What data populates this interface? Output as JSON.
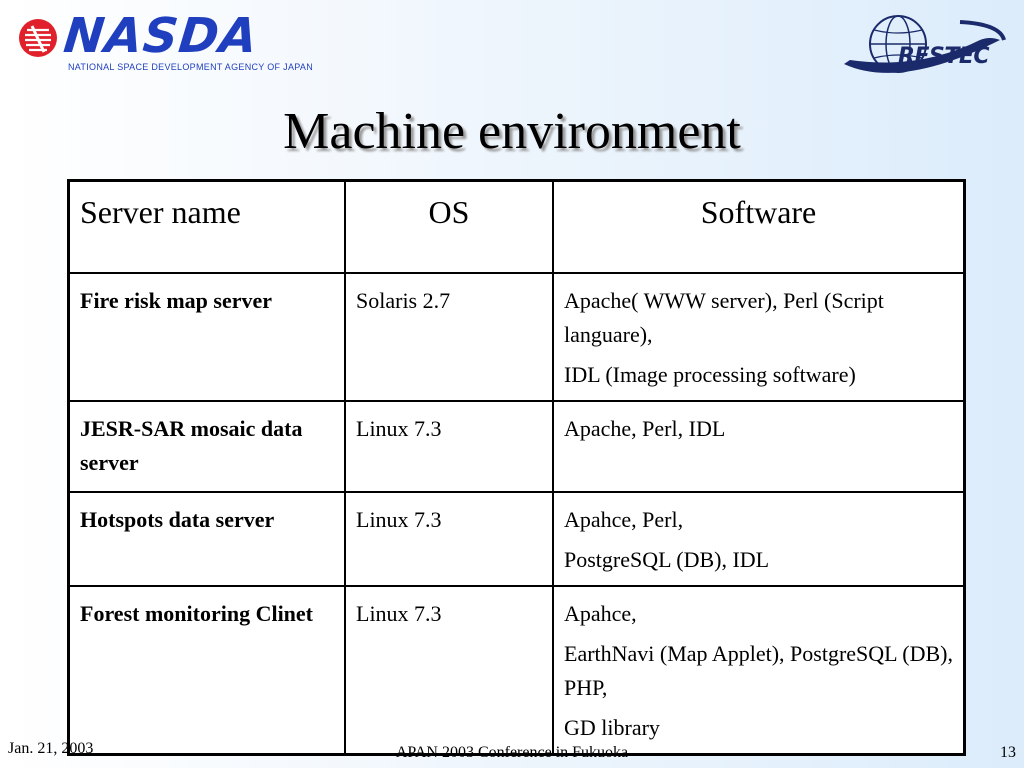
{
  "logos": {
    "nasda": {
      "word": "NASDA",
      "subtitle": "NATIONAL SPACE DEVELOPMENT AGENCY OF JAPAN"
    },
    "restec": {
      "word": "RESTEC"
    }
  },
  "title": "Machine environment",
  "table": {
    "headers": [
      "Server name",
      "OS",
      "Software"
    ],
    "rows": [
      {
        "name": "Fire risk map server",
        "os": "Solaris 2.7",
        "software": [
          "Apache( WWW server),  Perl (Script languare),",
          "IDL (Image processing software)"
        ]
      },
      {
        "name": "JESR-SAR mosaic data server",
        "os": "Linux 7.3",
        "software": [
          "Apache, Perl, IDL"
        ]
      },
      {
        "name": "Hotspots data server",
        "os": "Linux 7.3",
        "software": [
          "Apahce, Perl,",
          "PostgreSQL (DB),  IDL"
        ]
      },
      {
        "name": "Forest monitoring Clinet",
        "os": "Linux 7.3",
        "software": [
          "Apahce,",
          "EarthNavi (Map Applet), PostgreSQL (DB), PHP,",
          "GD library"
        ]
      }
    ]
  },
  "footer": {
    "date": "Jan. 21, 2003",
    "conference": "APAN 2003 Conference in Fukuoka",
    "page": "13"
  },
  "colors": {
    "nasda_blue": "#1f3fbf",
    "nasda_red": "#e0202a",
    "restec_navy": "#1a2a6a"
  }
}
